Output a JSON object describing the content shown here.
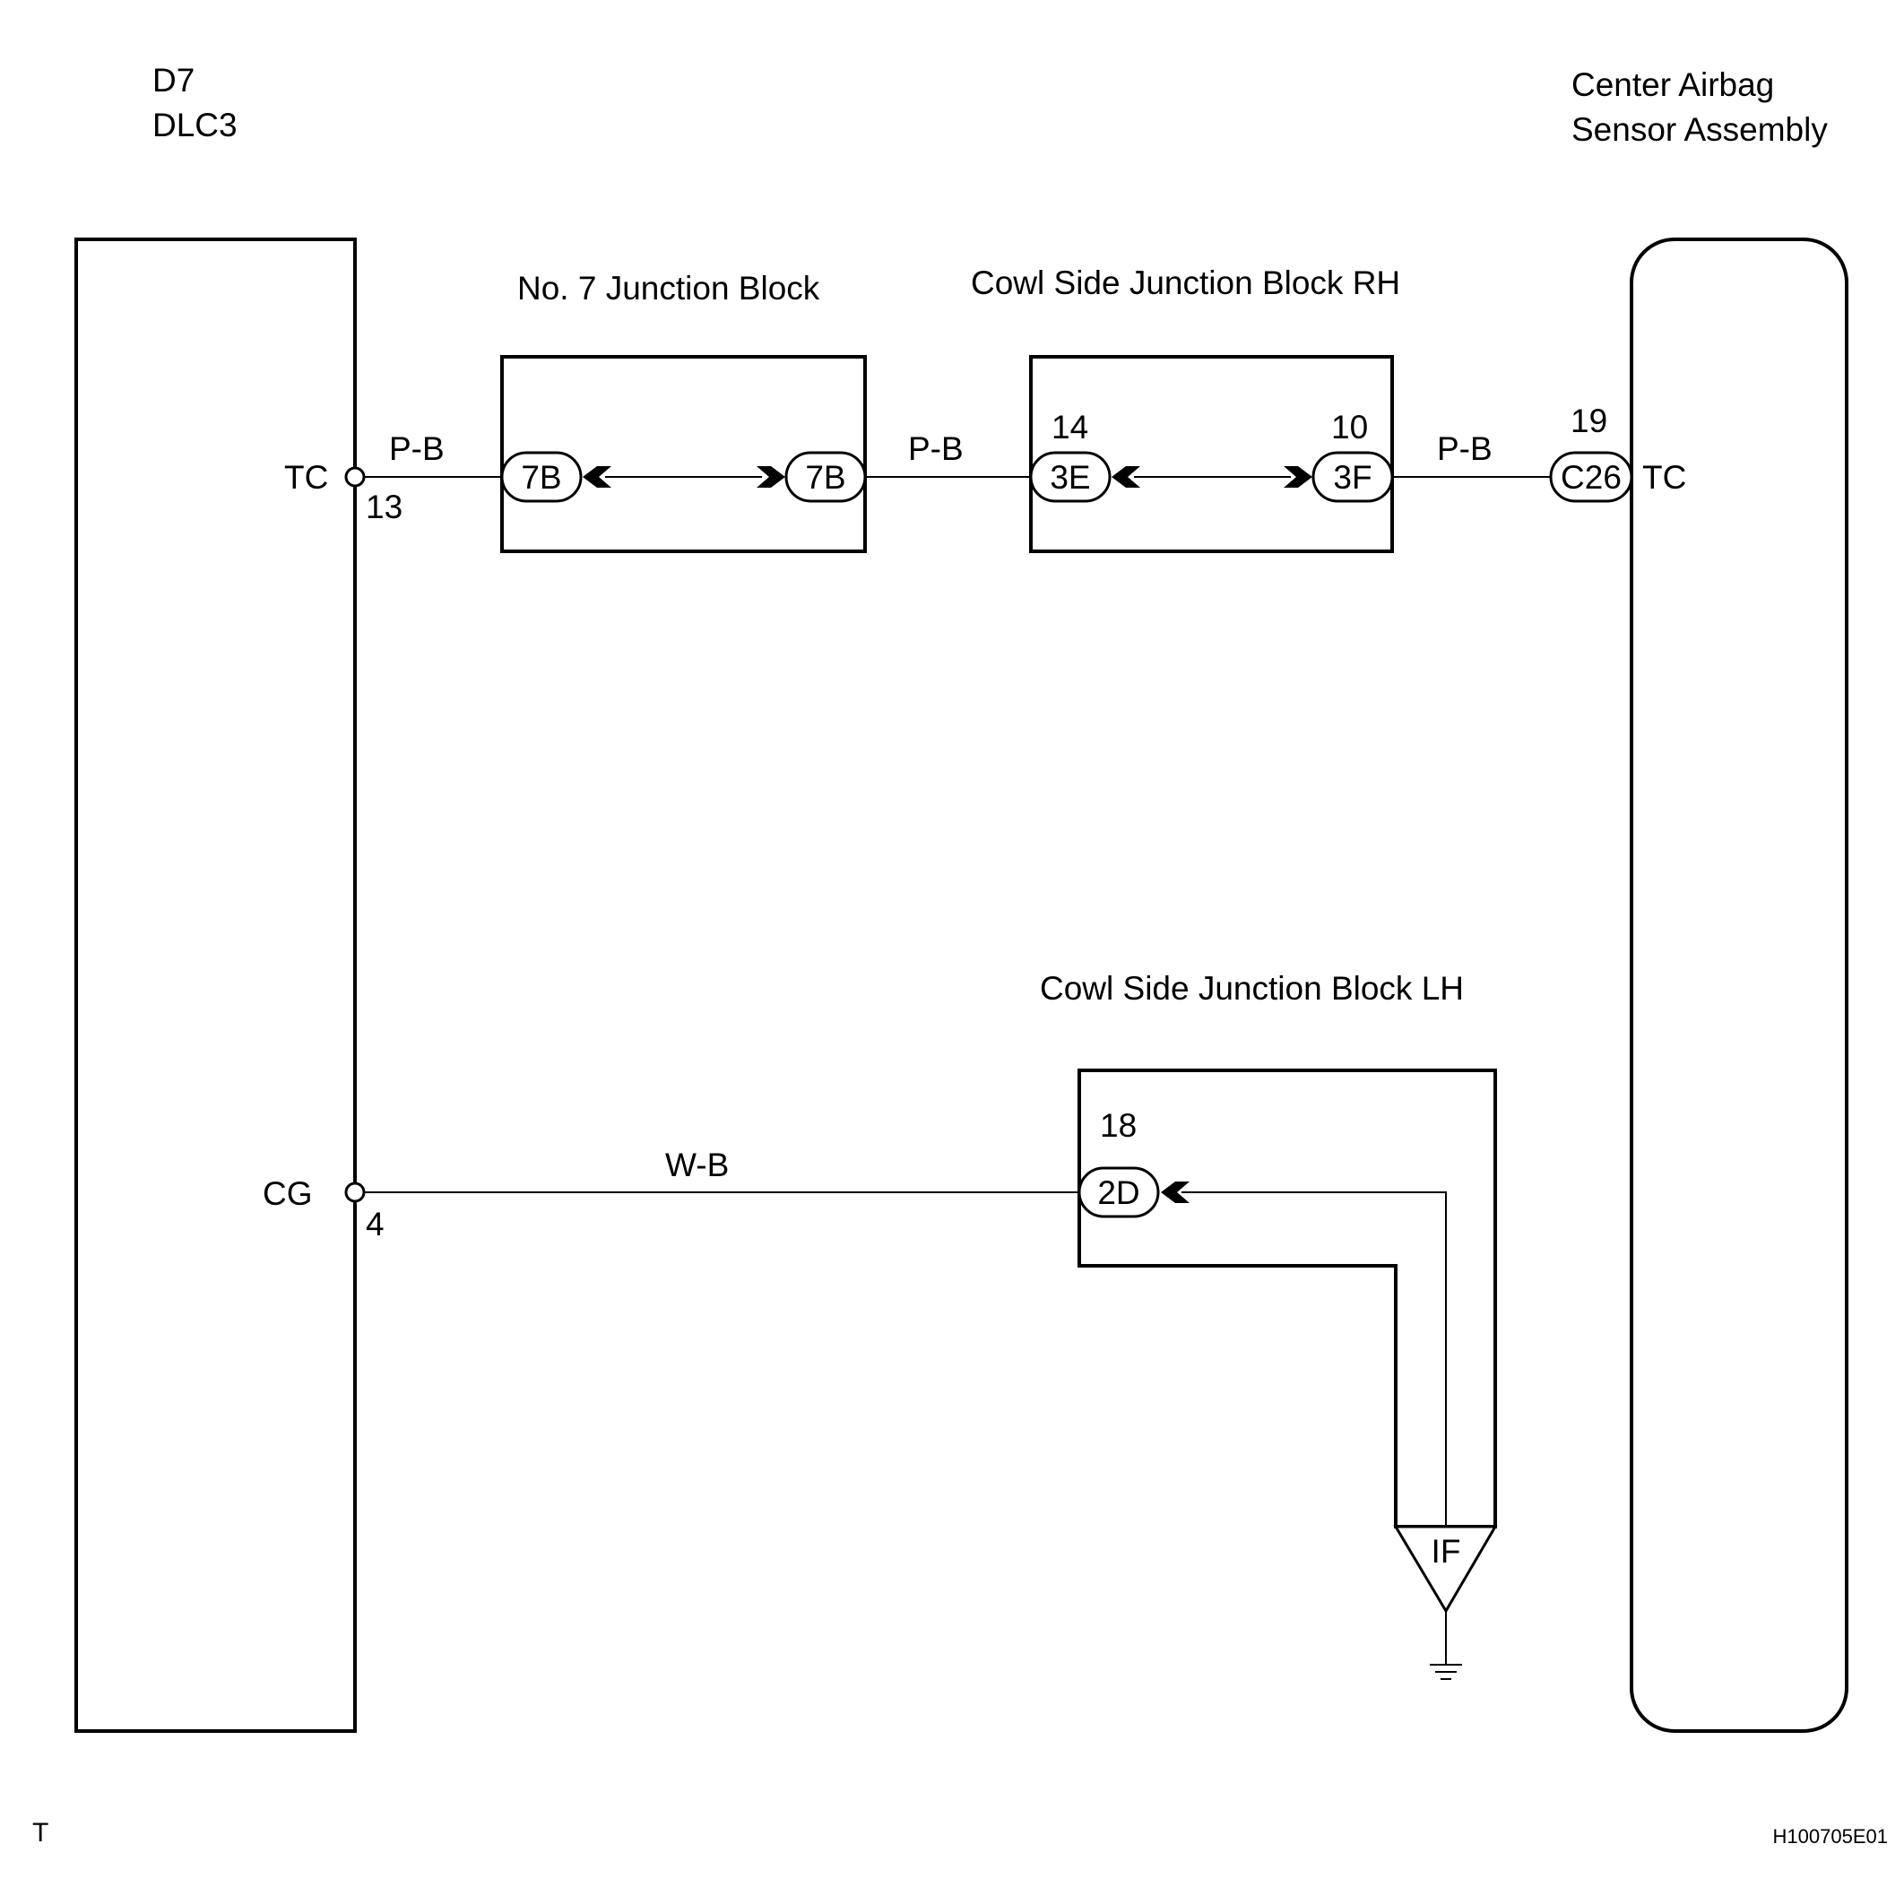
{
  "components": {
    "dlc3": {
      "code": "D7",
      "name": "DLC3"
    },
    "airbag": {
      "line1": "Center Airbag",
      "line2": "Sensor Assembly"
    }
  },
  "junction_blocks": {
    "no7": "No. 7 Junction Block",
    "cowl_rh": "Cowl Side Junction Block RH",
    "cowl_lh": "Cowl Side Junction Block LH"
  },
  "terminals": {
    "tc_left": {
      "label": "TC",
      "pin": "13"
    },
    "cg_left": {
      "label": "CG",
      "pin": "4"
    },
    "tc_right": {
      "label": "TC",
      "pin": "19"
    }
  },
  "connectors": {
    "no7_in": "7B",
    "no7_out": "7B",
    "rh_in": {
      "code": "3E",
      "pin": "14"
    },
    "rh_out": {
      "code": "3F",
      "pin": "10"
    },
    "airbag": "C26",
    "lh": {
      "code": "2D",
      "pin": "18"
    }
  },
  "wires": {
    "seg1": "P-B",
    "seg2": "P-B",
    "seg3": "P-B",
    "ground": "W-B"
  },
  "ground_point": "IF",
  "footer": {
    "left_mark": "T",
    "figure_id": "H100705E01"
  }
}
